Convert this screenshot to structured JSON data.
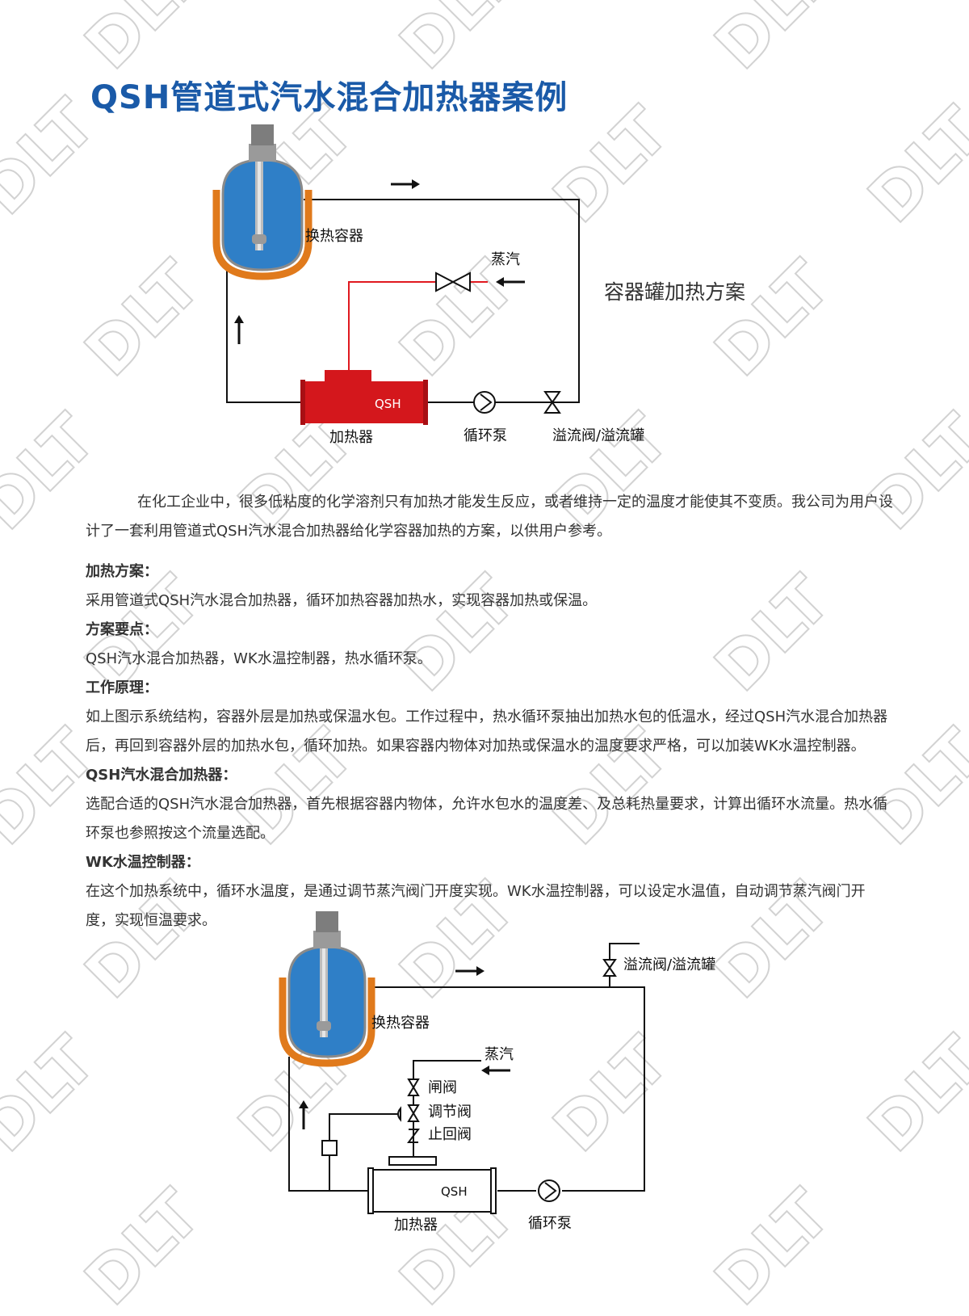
{
  "title": "QSH管道式汽水混合加热器案例",
  "watermark": "DLT",
  "diagram1": {
    "vessel_label": "换热容器",
    "steam_label": "蒸汽",
    "scheme_label": "容器罐加热方案",
    "heater_text": "QSH",
    "heater_label": "加热器",
    "pump_label": "循环泵",
    "overflow_label": "溢流阀/溢流罐"
  },
  "intro": "在化工企业中，很多低粘度的化学溶剂只有加热才能发生反应，或者维持一定的温度才能使其不变质。我公司为用户设计了一套利用管道式QSH汽水混合加热器给化学容器加热的方案，以供用户参考。",
  "sections": [
    {
      "heading": "加热方案：",
      "body": "采用管道式QSH汽水混合加热器，循环加热容器加热水，实现容器加热或保温。"
    },
    {
      "heading": "方案要点：",
      "body": "QSH汽水混合加热器，WK水温控制器，热水循环泵。"
    },
    {
      "heading": "工作原理：",
      "body": "如上图示系统结构，容器外层是加热或保温水包。工作过程中，热水循环泵抽出加热水包的低温水，经过QSH汽水混合加热器后，再回到容器外层的加热水包，循环加热。如果容器内物体对加热或保温水的温度要求严格，可以加装WK水温控制器。"
    },
    {
      "heading": "QSH汽水混合加热器：",
      "body": "选配合适的QSH汽水混合加热器，首先根据容器内物体，允许水包水的温度差、及总耗热量要求，计算出循环水流量。热水循环泵也参照按这个流量选配。"
    },
    {
      "heading": "WK水温控制器：",
      "body": "在这个加热系统中，循环水温度，是通过调节蒸汽阀门开度实现。WK水温控制器，可以设定水温值，自动调节蒸汽阀门开度，实现恒温要求。"
    }
  ],
  "diagram2": {
    "overflow_label": "溢流阀/溢流罐",
    "vessel_label": "换热容器",
    "steam_label": "蒸汽",
    "gate_valve_label": "闸阀",
    "regulating_valve_label": "调节阀",
    "check_valve_label": "止回阀",
    "heater_text": "QSH",
    "heater_label": "加热器",
    "pump_label": "循环泵"
  },
  "colors": {
    "title": "#1a5aa8",
    "steam_pipe": "#e0191f",
    "heater": "#d4171c",
    "jacket": "#e07a1c",
    "vessel_liquid": "#2f7fc7",
    "watermark": "#c8c8c8"
  }
}
